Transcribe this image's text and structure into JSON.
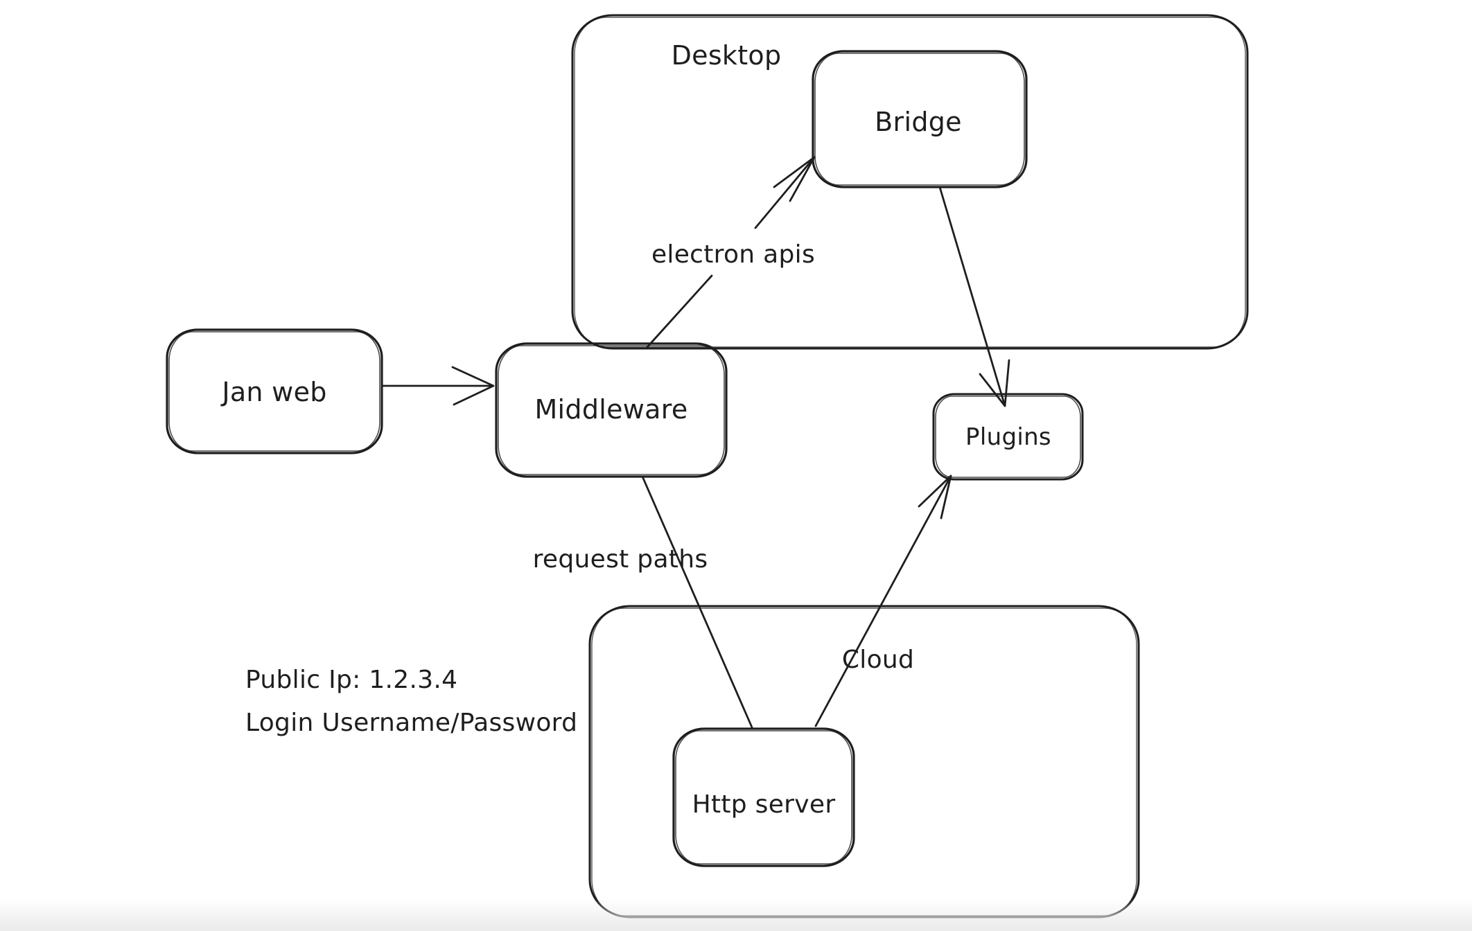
{
  "diagram": {
    "background": "#ffffff",
    "stroke_color": "#1e1e1e",
    "bottom_fade_color": "#ececec",
    "containers": {
      "desktop": {
        "label": "Desktop"
      },
      "cloud": {
        "label": "Cloud"
      }
    },
    "nodes": {
      "jan_web": {
        "label": "Jan web"
      },
      "middleware": {
        "label": "Middleware"
      },
      "bridge": {
        "label": "Bridge"
      },
      "plugins": {
        "label": "Plugins"
      },
      "http_server": {
        "label": "Http server"
      }
    },
    "edges": {
      "jan_web_to_middleware": {
        "label": ""
      },
      "middleware_to_bridge": {
        "label": "electron apis"
      },
      "bridge_to_plugins": {
        "label": ""
      },
      "middleware_to_http": {
        "label": "request paths"
      },
      "http_to_plugins": {
        "label": ""
      }
    },
    "notes": {
      "line1": "Public Ip: 1.2.3.4",
      "line2": "Login Username/Password"
    }
  }
}
